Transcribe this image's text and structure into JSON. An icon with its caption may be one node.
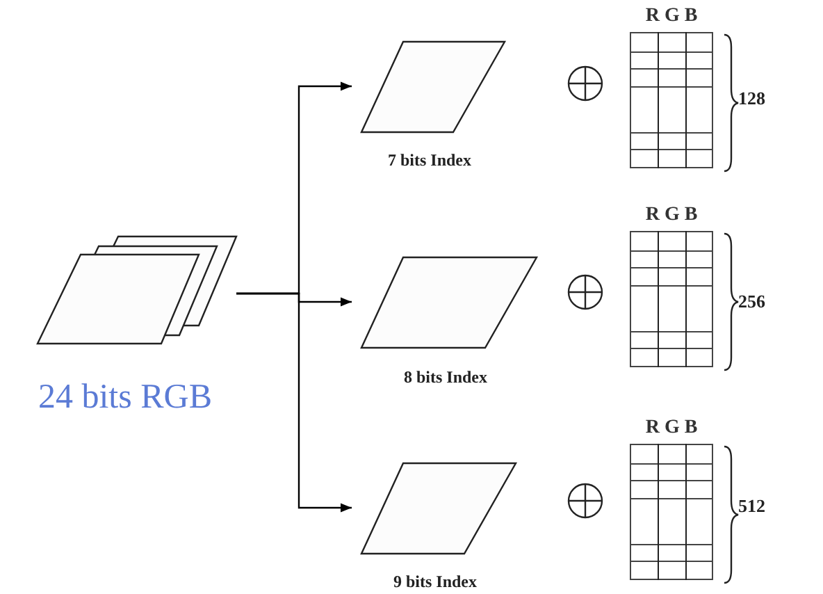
{
  "diagram": {
    "nodes": [
      {
        "text": [
          "24 bits RGB"
        ]
      },
      {
        "text": [
          "7 bits Index"
        ]
      },
      {
        "text": [
          "8 bits Index"
        ]
      },
      {
        "text": [
          "9 bits Index"
        ]
      },
      {
        "text": [
          "R G B"
        ],
        "beside": [
          "128"
        ]
      },
      {
        "text": [
          "R G B"
        ],
        "beside": [
          "256"
        ]
      },
      {
        "text": [
          "R G B"
        ],
        "beside": [
          "512"
        ]
      }
    ],
    "edges": [
      {
        "from": 0,
        "to": 1,
        "arrow": "to"
      },
      {
        "from": 0,
        "to": 2,
        "arrow": "to"
      },
      {
        "from": 0,
        "to": 3,
        "arrow": "to"
      }
    ]
  }
}
